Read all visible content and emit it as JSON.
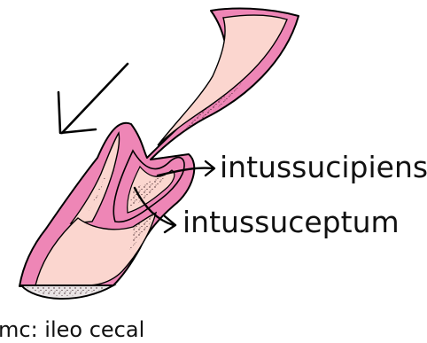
{
  "labels": {
    "intussuscipiens": "intussucipiens",
    "intussusceptum": "intussuceptum",
    "location": "mc: ileo cecal"
  },
  "colors": {
    "wall": "#ee86b6",
    "lumen": "#fbd6cf",
    "mucosa_dots": "#3a1f25",
    "outline": "#000000",
    "serosa_cap": "#eae5e6"
  },
  "icons": {
    "direction": "arrow-down-left-icon"
  }
}
